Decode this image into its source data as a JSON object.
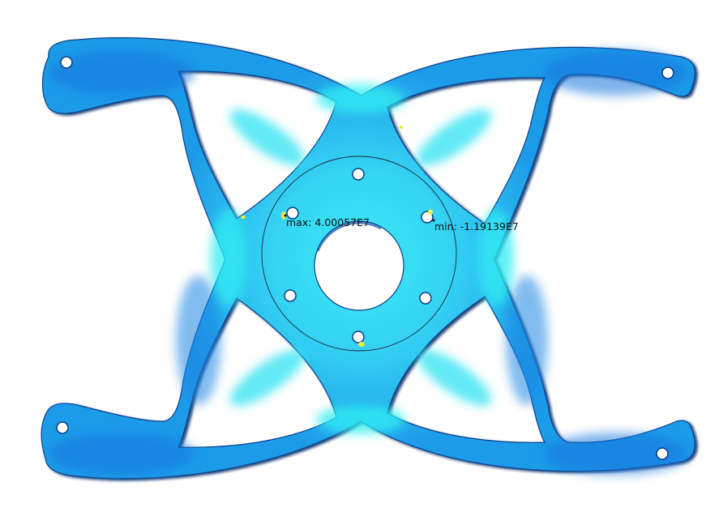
{
  "annotations": {
    "max_label": "max: 4.00057E7",
    "min_label": "min: -1.19139E7"
  },
  "colors": {
    "background": "#ffffff",
    "part_base": "#1a8ce6",
    "part_edge": "#0a3f8a",
    "stress_high": "#2ff6f4",
    "stress_mid": "#37c8f2",
    "hotspot": "#f2ea3a",
    "ring_line": "#1a2a3a"
  },
  "icons": [
    "hole-mounting",
    "hub-bore",
    "bolt-circle-ring"
  ]
}
